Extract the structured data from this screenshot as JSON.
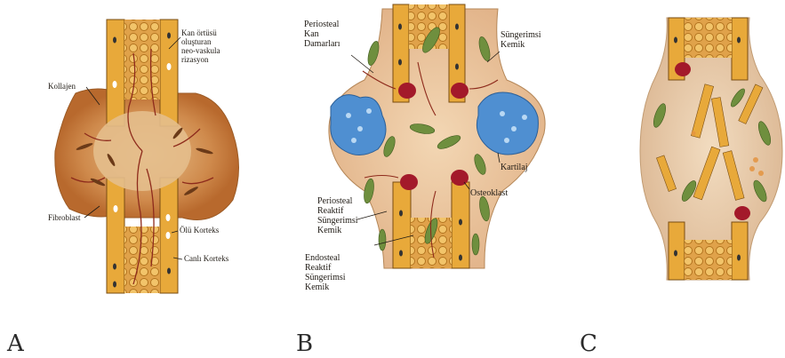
{
  "panels": [
    {
      "letter": "A",
      "labels": {
        "kan_ortusu": "Kan örtüsü\noluşturan\nneo-vaskula\nrizasyon",
        "kollajen": "Kollajen",
        "fibroblast": "Fibroblast",
        "olu_korteks": "Ölü Korteks",
        "canli_korteks": "Canlı Korteks"
      }
    },
    {
      "letter": "B",
      "labels": {
        "periosteal_kan": "Periosteal\nKan\nDamarları",
        "sungerimsi_kemik": "Süngerimsi\nKemik",
        "kartilaj": "Kartilaj",
        "osteoklast": "Osteoklast",
        "periosteal_reaktif": "Periosteal\nReaktif\nSüngerimsi\nKemik",
        "endosteal_reaktif": "Endosteal\nReaktif\nSüngerimsi\nKemik"
      }
    },
    {
      "letter": "C",
      "labels": {}
    }
  ],
  "colors": {
    "bone": "#e8a93a",
    "marrow": "#d9892c",
    "callus": "#d79a5c",
    "green_bone": "#6f8f3e",
    "cartilage": "#4f8fd1",
    "osteoclast": "#a3192a",
    "vessel": "#8e2b1c"
  }
}
